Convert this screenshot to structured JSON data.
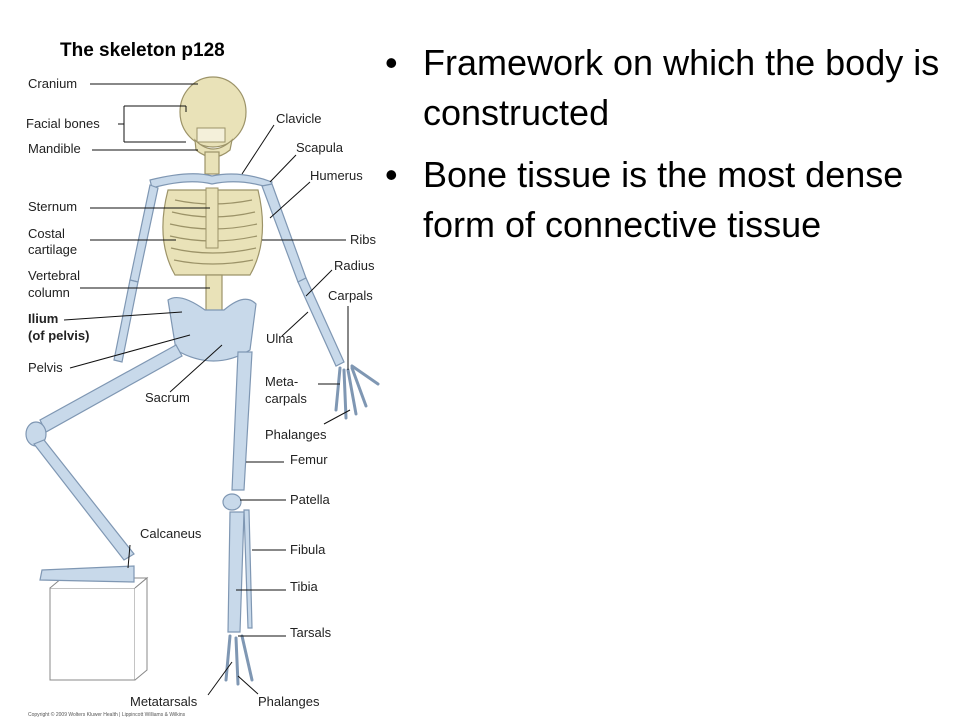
{
  "figure_title": "The skeleton  p128",
  "bullets": [
    "Framework on which the body is constructed",
    "Bone tissue is the most dense form of connective tissue"
  ],
  "labels": {
    "cranium": "Cranium",
    "facial_bones": "Facial bones",
    "mandible": "Mandible",
    "sternum": "Sternum",
    "costal_1": "Costal",
    "costal_2": "cartilage",
    "vertebral_1": "Vertebral",
    "vertebral_2": "column",
    "ilium_1": "Ilium",
    "ilium_2": "(of pelvis)",
    "pelvis": "Pelvis",
    "sacrum": "Sacrum",
    "calcaneus": "Calcaneus",
    "metatarsals": "Metatarsals",
    "clavicle": "Clavicle",
    "scapula": "Scapula",
    "humerus": "Humerus",
    "ribs": "Ribs",
    "radius": "Radius",
    "carpals": "Carpals",
    "ulna": "Ulna",
    "metacarpals_1": "Meta-",
    "metacarpals_2": "carpals",
    "phalanges_hand": "Phalanges",
    "femur": "Femur",
    "patella": "Patella",
    "fibula": "Fibula",
    "tibia": "Tibia",
    "tarsals": "Tarsals",
    "phalanges_foot": "Phalanges"
  },
  "copyright": "Copyright © 2009 Wolters Kluwer Health | Lippincott Williams & Wilkins",
  "bullet_symbol": "•"
}
